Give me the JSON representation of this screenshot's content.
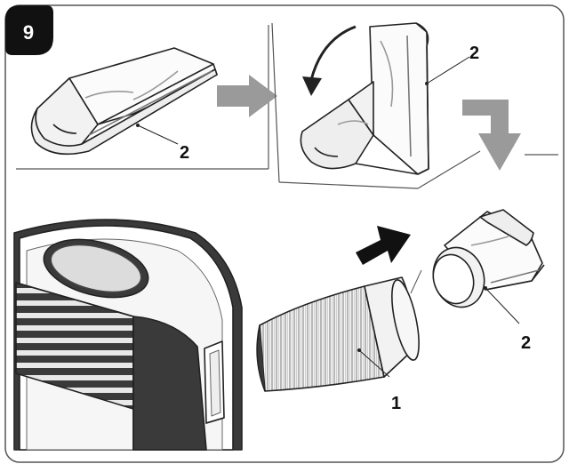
{
  "step": {
    "number": "9"
  },
  "callouts": {
    "adapter_flat": "2",
    "adapter_folded": "2",
    "adapter_mounted": "2",
    "hose": "1"
  },
  "icons": [
    "step-badge-icon",
    "rotate-arrow-icon",
    "right-arrow-icon",
    "down-arrow-icon",
    "insert-arrow-icon"
  ],
  "colors": {
    "outline": "#222222",
    "arrow_gray": "#9a9a9a",
    "badge": "#111111",
    "body_dark": "#3a3a3a",
    "panel_glass": "#dcdcdc"
  }
}
